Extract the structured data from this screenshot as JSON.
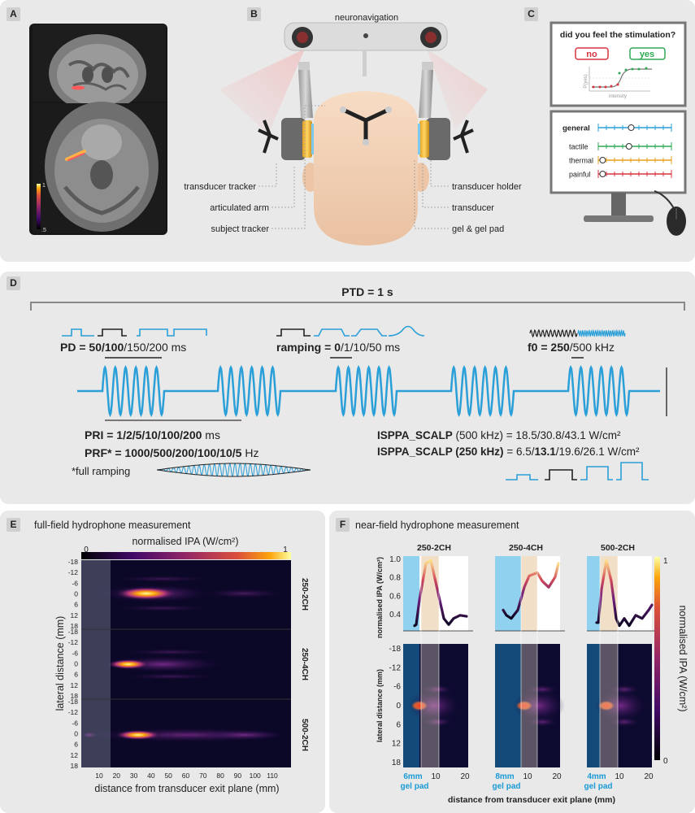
{
  "panels": {
    "a": "A",
    "b": "B",
    "c": "C",
    "d": "D",
    "e": "E",
    "f": "F"
  },
  "panel_a": {
    "scale_max": "1",
    "scale_min": ".5"
  },
  "panel_b": {
    "neuronavigation": "neuronavigation",
    "transducer_tracker": "transducer tracker",
    "articulated_arm": "articulated arm",
    "subject_tracker": "subject tracker",
    "transducer_holder": "transducer holder",
    "transducer": "transducer",
    "gel_pad": "gel & gel pad"
  },
  "panel_c": {
    "question": "did you feel the stimulation?",
    "no": "no",
    "yes": "yes",
    "axis_y": "P(yes)",
    "axis_x": "intensity",
    "ratings": [
      {
        "label": "general",
        "color": "#2a9fd8",
        "frac": 0.45
      },
      {
        "label": "tactile",
        "color": "#2eaa55",
        "frac": 0.42
      },
      {
        "label": "thermal",
        "color": "#e8a21d",
        "frac": 0.06
      },
      {
        "label": "painful",
        "color": "#d8343f",
        "frac": 0.06
      }
    ]
  },
  "panel_d": {
    "ptd": "PTD = 1 s",
    "pd_pre": "PD = 50/",
    "pd_bold": "100",
    "pd_post": "/150/200 ms",
    "ramp_pre": "ramping = ",
    "ramp_bold": "0",
    "ramp_post": "/1/10/50 ms",
    "f0_pre": "f0 = ",
    "f0_bold": "250",
    "f0_post": "/500 kHz",
    "pri_pre": "PRI = 1/2/5/10/100/",
    "pri_bold": "200",
    "pri_post": " ms",
    "prf_pre": "PRF* = 1000/500/200/100/10/",
    "prf_bold": "5",
    "prf_post": " Hz",
    "full_ramping": "*full ramping",
    "isppa_label": "ISPPA_SCALP",
    "isppa1_rest": " (500 kHz) = 18.5/30.8/43.1 W/cm²",
    "isppa2_b1": " (250 kHz)",
    "isppa2_m": " = 6.5/",
    "isppa2_b2": "13.1",
    "isppa2_e": "/19.6/26.1 W/cm²"
  },
  "panel_e": {
    "title": "full-field hydrophone measurement",
    "cbar_label": "normalised IPA (W/cm²)",
    "cbar_min": "0",
    "cbar_max": "1",
    "ylabel": "lateral distance (mm)",
    "xlabel": "distance from transducer exit plane (mm)",
    "yticks": [
      "-18",
      "-12",
      "-6",
      "0",
      "6",
      "12",
      "18"
    ],
    "xticks": [
      "10",
      "20",
      "30",
      "40",
      "50",
      "60",
      "70",
      "80",
      "90",
      "100",
      "110"
    ],
    "rows": [
      "250-2CH",
      "250-4CH",
      "500-2CH"
    ]
  },
  "panel_f": {
    "title": "near-field hydrophone measurement",
    "cols": [
      "250-2CH",
      "250-4CH",
      "500-2CH"
    ],
    "ylabel_top": "normalised IPA (W/cm²)",
    "ylabel_bottom": "lateral distance (mm)",
    "yticks_top": [
      "1.0",
      "0.8",
      "0.6",
      "0.4"
    ],
    "yticks_bottom": [
      "-18",
      "-12",
      "-6",
      "0",
      "6",
      "12",
      "18"
    ],
    "xticks": [
      "10",
      "20"
    ],
    "gel": [
      "6mm",
      "8mm",
      "4mm"
    ],
    "gel_pad": "gel pad",
    "xlabel": "distance from transducer exit plane (mm)",
    "cbar_label": "normalised IPA (W/cm²)",
    "cbar_max": "1",
    "cbar_min": "0"
  }
}
